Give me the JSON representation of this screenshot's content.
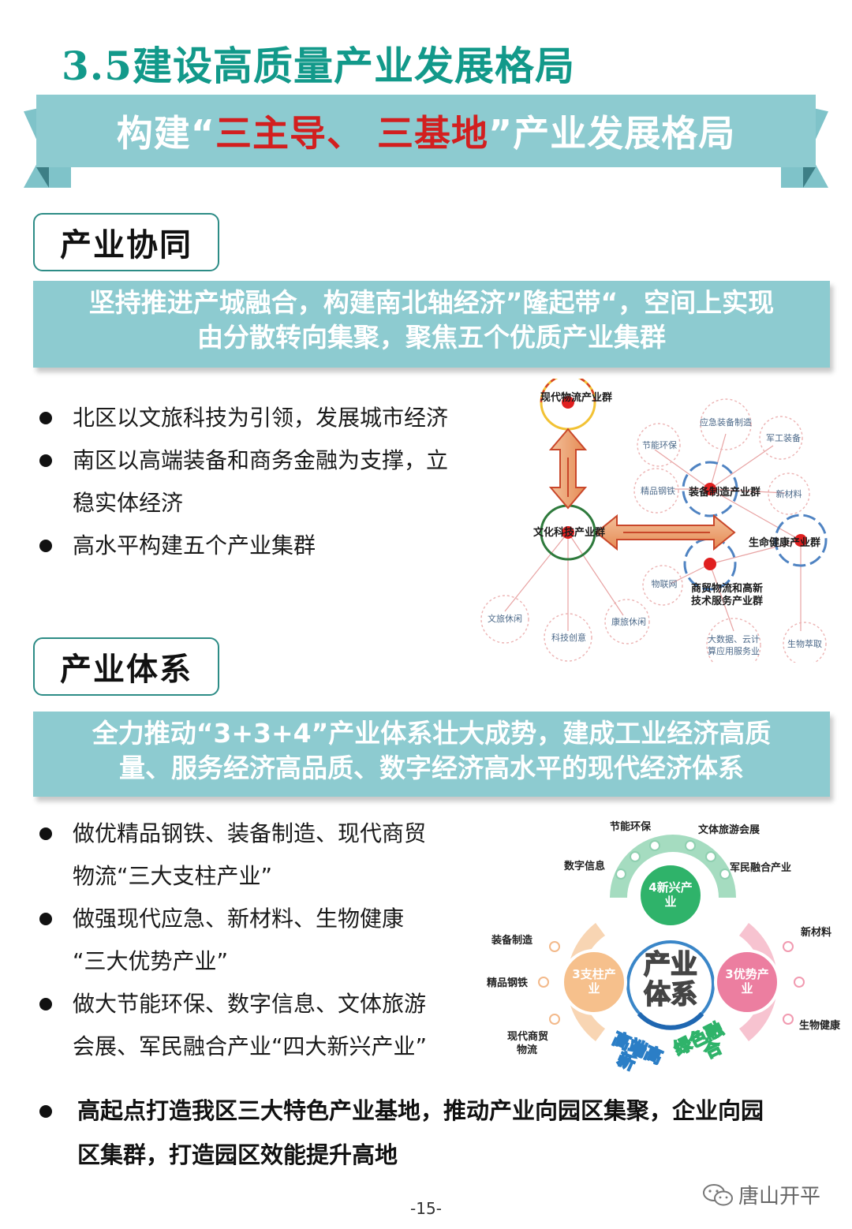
{
  "title": "3.5建设高质量产业发展格局",
  "banner": {
    "pre": "构建“",
    "red": "三主导、 三基地",
    "post": "”产业发展格局"
  },
  "section1": {
    "label": "产业协同",
    "strip": [
      "坚持推进产城融合，构建南北轴经济”隆起带“，空间上实现",
      "由分散转向集聚，聚焦五个优质产业集群"
    ],
    "bullets": [
      "北区以文旅科技为引领，发展城市经济",
      "南区以高端装备和商务金融为支撑，立",
      "稳实体经济",
      "高水平构建五个产业集群"
    ]
  },
  "diagram1": {
    "hubs": {
      "logistics": "现代物流产业群",
      "culture": "文化科技产业群",
      "equipment": "装备制造产业群",
      "health": "生命健康产业群",
      "trade": [
        "商贸物流和高新",
        "技术服务产业群"
      ]
    },
    "satellites": {
      "emergency": "应急装备制造",
      "military": "军工装备",
      "energy": "节能环保",
      "steel": "精品钢铁",
      "material": "新材料",
      "iot": "物联网",
      "tour": "文旅休闲",
      "tech": "科技创意",
      "rehab": "康旅休闲",
      "bigdata": [
        "大数据、云计",
        "算应用服务业"
      ],
      "bio": "生物萃取"
    }
  },
  "section2": {
    "label": "产业体系",
    "strip": [
      "全力推动“3+3+4”产业体系壮大成势，建成工业经济高质",
      "量、服务经济高品质、数字经济高水平的现代经济体系"
    ],
    "bullets": [
      "做优精品钢铁、装备制造、现代商贸",
      "物流“三大支柱产业”",
      "做强现代应急、新材料、生物健康",
      "“三大优势产业”",
      "做大节能环保、数字信息、文体旅游",
      "会展、军民融合产业“四大新兴产业”"
    ]
  },
  "diagram2": {
    "center": [
      "产业",
      "体系"
    ],
    "emerging": [
      "4新兴产",
      "业"
    ],
    "pillar": [
      "3支柱产",
      "业"
    ],
    "advantage": [
      "3优势产",
      "业"
    ],
    "high_end": [
      "高端高",
      "新"
    ],
    "green": [
      "绿色融",
      "合"
    ],
    "labels": {
      "energy": "节能环保",
      "culture": "文体旅游会展",
      "digital": "数字信息",
      "military": "军民融合产业",
      "equip": "装备制造",
      "steel": "精品钢铁",
      "trade": [
        "现代商贸",
        "物流"
      ],
      "material": "新材料",
      "bio": "生物健康"
    }
  },
  "final": [
    "高起点打造我区三大特色产业基地，推动产业向园区集聚，企业向园",
    "区集群，打造园区效能提升高地"
  ],
  "watermark": "唐山开平",
  "page_number": "-15-"
}
